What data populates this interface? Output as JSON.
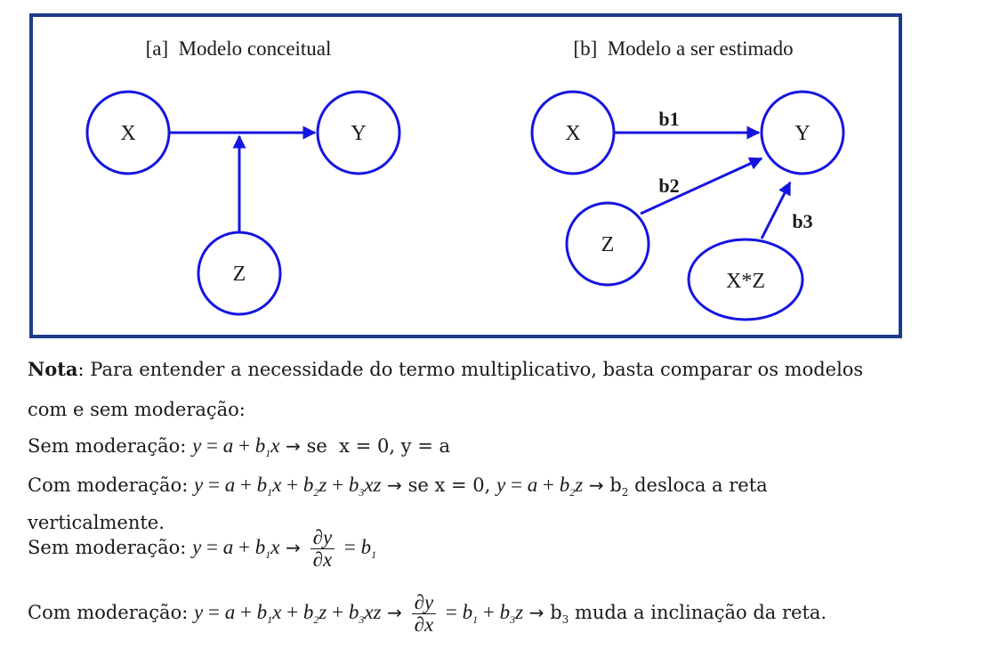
{
  "panel_a": {
    "title": "[a]  Modelo conceitual",
    "nodes": {
      "x": "X",
      "y": "Y",
      "z": "Z"
    }
  },
  "panel_b": {
    "title": "[b]  Modelo a ser estimado",
    "nodes": {
      "x": "X",
      "y": "Y",
      "z": "Z",
      "xz": "X*Z"
    },
    "edges": {
      "b1": "b1",
      "b2": "b2",
      "b3": "b3"
    }
  },
  "colors": {
    "frame": "#1b3c8c",
    "node": "#1515e0",
    "text": "#1a1a1a"
  },
  "nota": {
    "bold": "Nota",
    "line1": ": Para entender a necessidade do termo multiplicativo, basta comparar os modelos",
    "line2": "com e sem moderação:"
  },
  "rows": {
    "sem": "Sem moderação:",
    "com": "Com moderação:",
    "cond": "se  x = 0, y = a",
    "cond2": "se x = 0,",
    "desloca": "desloca a reta",
    "vert": "verticalmente.",
    "muda": "muda a inclinação da reta."
  }
}
